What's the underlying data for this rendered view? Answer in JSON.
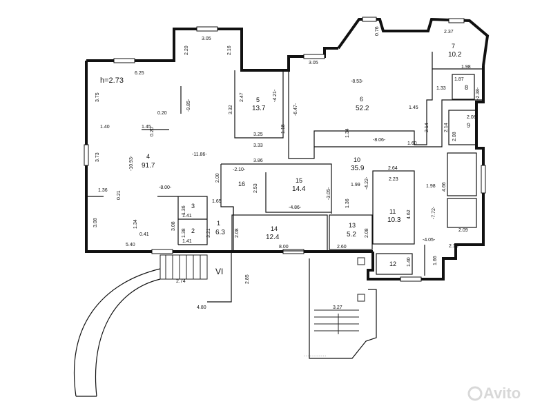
{
  "plan": {
    "ceiling_height": "h=2.73",
    "section_label": "VI",
    "watermark": "Avito",
    "footnote": "- - - - - - - - - - -",
    "rooms": [
      {
        "num": "1",
        "area": "6.3"
      },
      {
        "num": "2",
        "area": ""
      },
      {
        "num": "3",
        "area": ""
      },
      {
        "num": "4",
        "area": "91.7"
      },
      {
        "num": "5",
        "area": "13.7"
      },
      {
        "num": "6",
        "area": "52.2"
      },
      {
        "num": "7",
        "area": "10.2"
      },
      {
        "num": "8",
        "area": ""
      },
      {
        "num": "9",
        "area": ""
      },
      {
        "num": "10",
        "area": "35.9"
      },
      {
        "num": "11",
        "area": "10.3"
      },
      {
        "num": "12",
        "area": ""
      },
      {
        "num": "13",
        "area": "5.2"
      },
      {
        "num": "14",
        "area": "12.4"
      },
      {
        "num": "15",
        "area": "14.4"
      },
      {
        "num": "16",
        "area": ""
      }
    ],
    "dims": [
      "3.05",
      "2.20",
      "2.16",
      "6.25",
      "3.75",
      "0.20",
      "1.40",
      "1.45",
      "0.20",
      "-9.85-",
      "2.47",
      "-4.21-",
      "3.32",
      "3.25",
      "3.33",
      "1.18",
      "3.05",
      "-8.53-",
      "-6.47-",
      "1.45",
      "1.34",
      "1.60",
      "2.14",
      "0.76",
      "2.37",
      "1.98",
      "1.87",
      "1.33",
      "-2.38-",
      "2.08",
      "2.14",
      "2.08",
      "-10.93-",
      "-11.86-",
      "3.73",
      "3.86",
      "-2.10-",
      "2.00",
      "2.53",
      "-3.05-",
      "-4.86-",
      "1.99",
      "-8.06-",
      "2.64",
      "2.23",
      "-4.22-",
      "1.98",
      "4.66",
      "1.36",
      "0.21",
      "-8.00-",
      "1.65",
      "1.36",
      "1.41",
      "1.38",
      "1.41",
      "3.21",
      "3.08",
      "1.34",
      "3.08",
      "0.41",
      "5.40",
      "8.00",
      "2.08",
      "1.36",
      "2.08",
      "2.60",
      "4.62",
      "-7.72-",
      "2.09",
      "-4.05-",
      "2.13",
      "1.40",
      "1.66",
      "2.74",
      "2.85",
      "4.80",
      "3.27"
    ]
  }
}
